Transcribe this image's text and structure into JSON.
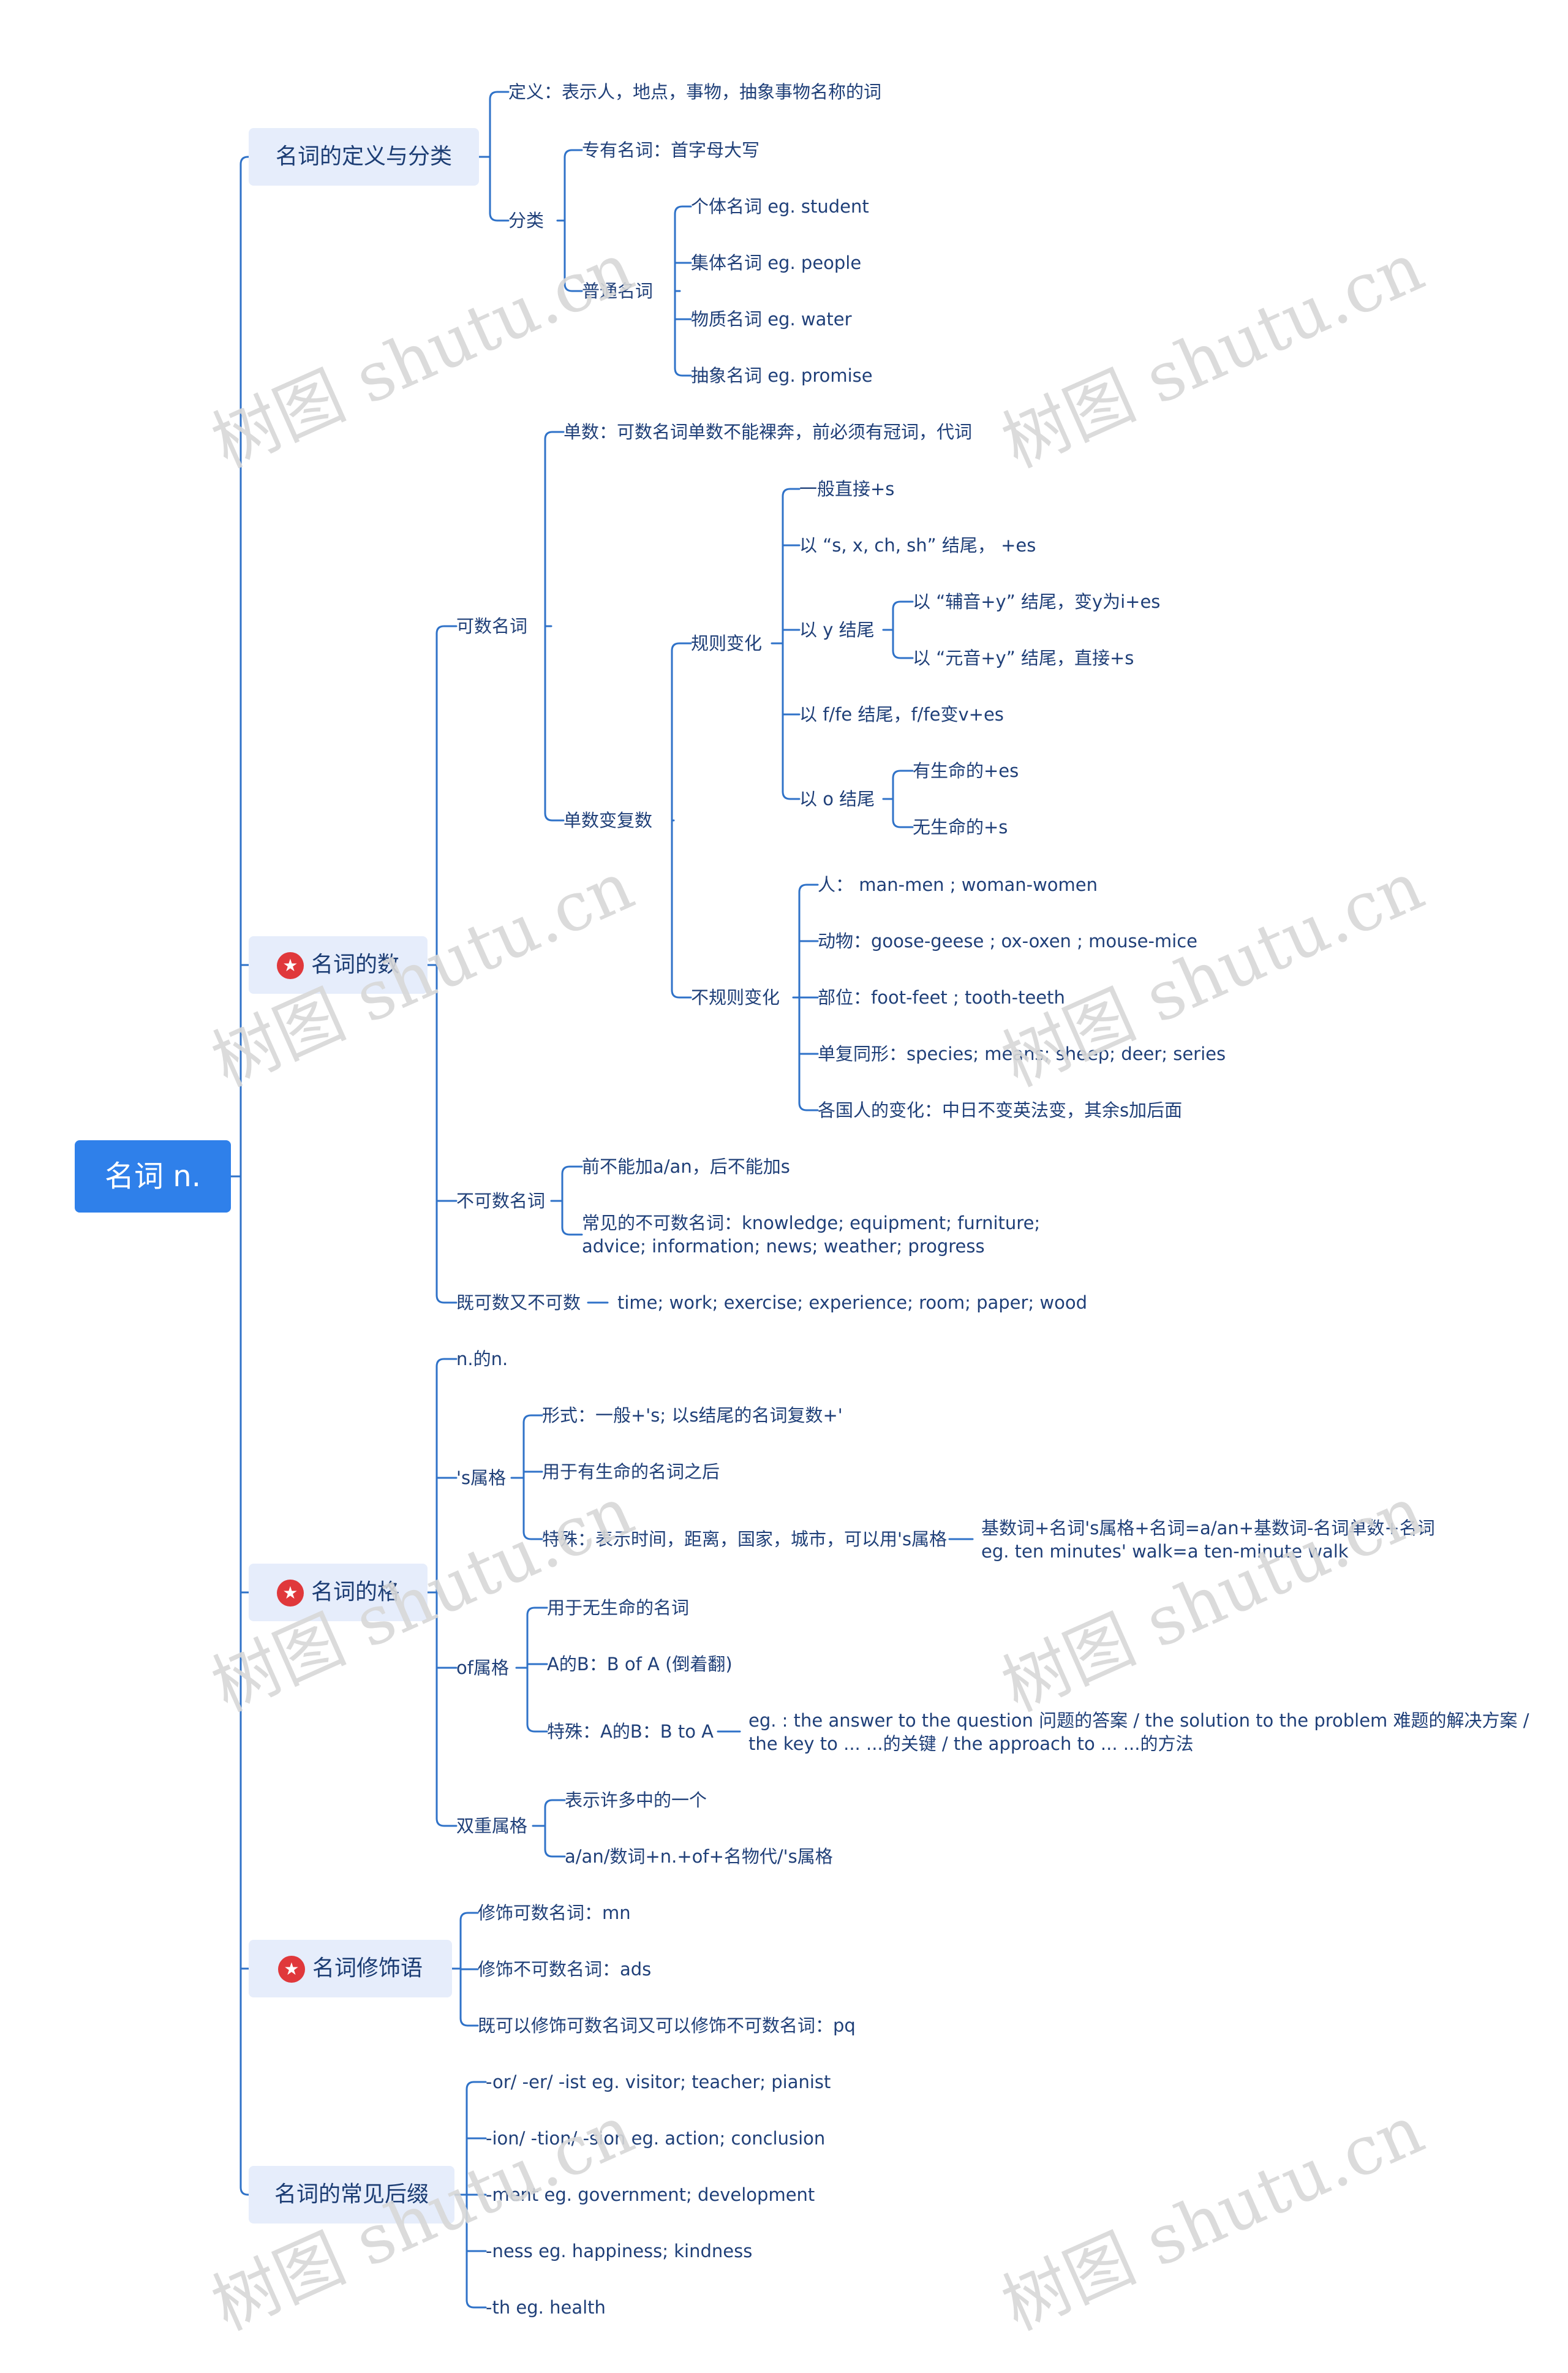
{
  "watermark": "树图 shutu.cn",
  "colors": {
    "line": "#2f72c8",
    "root_bg": "#2f80ea",
    "branch_bg": "#e6edfb",
    "text": "#1f3f78",
    "star": "#e0383b"
  },
  "tree": {
    "root": "名词 n.",
    "b1": {
      "label": "名词的定义与分类",
      "definition": "定义：表示人，地点，事物，抽象事物名称的词",
      "classify": "分类",
      "proper": "专有名词：首字母大写",
      "common": "普通名词",
      "common_items": [
        "个体名词   eg. student",
        "集体名词   eg. people",
        "物质名词   eg. water",
        "抽象名词   eg. promise"
      ]
    },
    "b2": {
      "label": "名词的数",
      "countable": "可数名词",
      "singular": "单数：可数名词单数不能裸奔，前必须有冠词，代词",
      "sing_to_plural": "单数变复数",
      "regular": "规则变化",
      "reg_general": "一般直接+s",
      "reg_es": "以 “s, x, ch, sh” 结尾， +es",
      "reg_y": "以 y 结尾",
      "y_consonant": "以 “辅音+y” 结尾，变y为i+es",
      "y_vowel": "以 “元音+y” 结尾，直接+s",
      "reg_f": "以 f/fe 结尾，f/fe变v+es",
      "reg_o": "以 o 结尾",
      "o_living": "有生命的+es",
      "o_nonliving": "无生命的+s",
      "irregular": "不规则变化",
      "irr_people": "人：  man-men ; woman-women",
      "irr_animal": "动物：goose-geese ; ox-oxen ; mouse-mice",
      "irr_parts": "部位：foot-feet ; tooth-teeth",
      "irr_same": "单复同形：species; means; sheep; deer; series",
      "irr_nations": "各国人的变化：中日不变英法变，其余s加后面",
      "uncountable": "不可数名词",
      "unc_rule": "前不能加a/an，后不能加s",
      "unc_common_l1": "常见的不可数名词：knowledge; equipment; furniture;",
      "unc_common_l2": " advice; information; news; weather; progress",
      "both": "既可数又不可数",
      "both_items": "time; work; exercise; experience; room; paper; wood"
    },
    "b3": {
      "label": "名词的格",
      "n_of_n": "n.的n.",
      "s_gen": "'s属格",
      "form": "形式：一般+'s; 以s结尾的名词复数+'",
      "living": "用于有生命的名词之后",
      "special": "特殊：表示时间，距离，国家，城市，可以用's属格",
      "special_l1": "基数词+名词's属格+名词=a/an+基数词-名词单数+名词",
      "special_l2": "   eg. ten minutes' walk=a ten-minute walk",
      "of_gen": "of属格",
      "of_nonliving": "用于无生命的名词",
      "of_ab": "A的B：B of A (倒着翻)",
      "of_special": "特殊：A的B：B to A",
      "of_eg_l1": "eg. : the answer to the question 问题的答案 / the solution to the problem 难题的解决方案 /",
      "of_eg_l2": " the key to ... ...的关键 / the approach to ... ...的方法",
      "double": "双重属格",
      "double_1": "表示许多中的一个",
      "double_2": "a/an/数词+n.+of+名物代/'s属格"
    },
    "b4": {
      "label": "名词修饰语",
      "items": [
        "修饰可数名词：mn",
        "修饰不可数名词：ads",
        "既可以修饰可数名词又可以修饰不可数名词：pq"
      ]
    },
    "b5": {
      "label": "名词的常见后缀",
      "items": [
        "-or/ -er/ -ist    eg. visitor; teacher; pianist",
        "-ion/ -tion/ -sion    eg. action; conclusion",
        "-ment    eg. government; development",
        "-ness    eg. happiness; kindness",
        "-th    eg. health"
      ]
    }
  }
}
